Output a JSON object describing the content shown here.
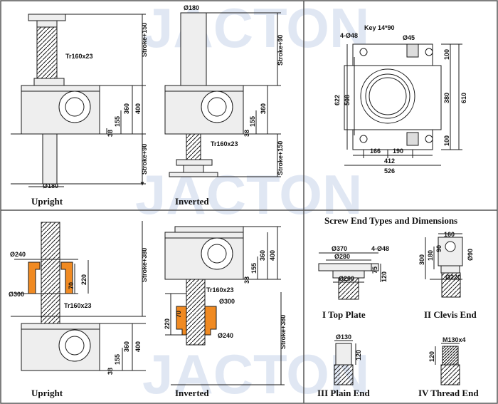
{
  "colors": {
    "line": "#1a1a1a",
    "nut": "#f08a22",
    "body": "#eeeeee",
    "watermark": "#c8d4ea",
    "border": "#555555"
  },
  "watermark": {
    "text": "JACTON"
  },
  "top_left": {
    "upright": {
      "caption": "Upright",
      "thread": "Tr160x23",
      "stroke_top": "Stroke+150",
      "stroke_bottom": "Stroke+90",
      "dims": [
        "360",
        "400",
        "155",
        "38"
      ],
      "dia": "Ø180"
    },
    "inverted": {
      "caption": "Inverted",
      "dia_top": "Ø180",
      "thread": "Tr160x23",
      "stroke_top": "Stroke+90",
      "stroke_bottom": "Stroke+150",
      "dims": [
        "360",
        "155",
        "38"
      ]
    }
  },
  "top_right": {
    "key": "Key 14*90",
    "holes": "4-Ø48",
    "shaft": "Ø45",
    "dims_left": [
      "622",
      "508"
    ],
    "dims_right": [
      "100",
      "380",
      "610",
      "100"
    ],
    "dims_bottom": [
      "166",
      "190",
      "412",
      "526"
    ]
  },
  "bottom_left": {
    "upright": {
      "caption": "Upright",
      "nut_dia_top": "Ø240",
      "nut_dia_bottom": "Ø300",
      "nut_dims": [
        "70",
        "220"
      ],
      "thread": "Tr160x23",
      "stroke": "Stroke+380",
      "dims": [
        "360",
        "400",
        "155",
        "38"
      ]
    },
    "inverted": {
      "caption": "Inverted",
      "thread": "Tr160x23",
      "nut_dia_top": "Ø300",
      "nut_dia_bottom": "Ø240",
      "nut_dims": [
        "220",
        "70"
      ],
      "stroke": "Stroke+380",
      "dims": [
        "360",
        "400",
        "155",
        "38"
      ]
    }
  },
  "bottom_right": {
    "title": "Screw End Types and Dimensions",
    "top_plate": {
      "caption": "I  Top Plate",
      "d1": "Ø370",
      "d2": "Ø280",
      "holes": "4-Ø48",
      "d3": "Ø200",
      "h1": "75",
      "h2": "120"
    },
    "clevis": {
      "caption": "II  Clevis End",
      "w": "160",
      "h1": "300",
      "h2": "180",
      "h3": "90",
      "d": "Ø90",
      "d2": "Ø220"
    },
    "plain": {
      "caption": "III  Plain End",
      "d": "Ø130",
      "h": "120"
    },
    "thread": {
      "caption": "IV  Thread End",
      "t": "M130x4",
      "h": "120"
    }
  }
}
